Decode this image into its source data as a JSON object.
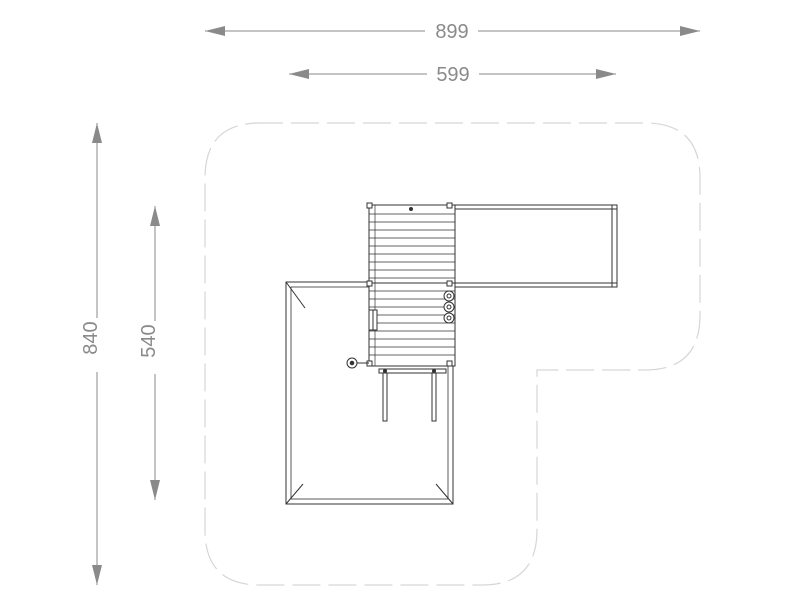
{
  "dimensions": {
    "total_width": "899",
    "inner_width": "599",
    "total_depth": "840",
    "inner_depth": "540"
  },
  "colors": {
    "dimension_line": "#8a8a8a",
    "safety_zone": "#d6d6d6",
    "structure": "#333333"
  },
  "icons": {
    "dimension_arrow": "arrow-head-icon",
    "steering_wheel": "steering-wheel-icon",
    "abacus_rings": "ring-icon"
  }
}
